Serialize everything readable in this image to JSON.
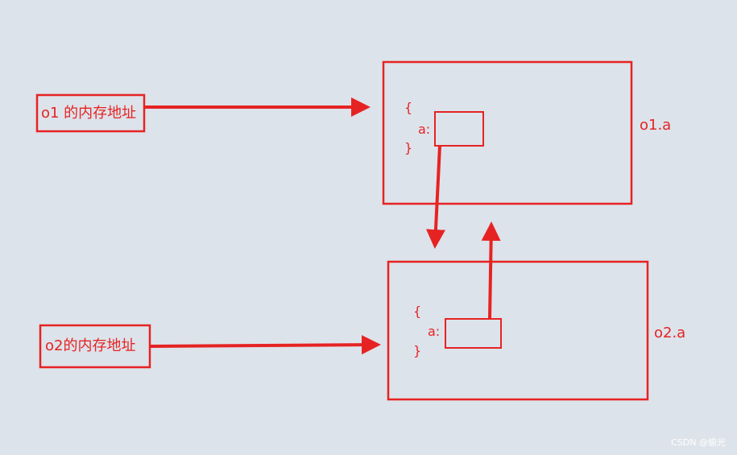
{
  "diagram": {
    "accent_color": "#e62323",
    "background_color": "#dde3ea",
    "o1_address_label": "o1 的内存地址",
    "o2_address_label": "o2的内存地址",
    "object_o1": {
      "name": "o1.a",
      "open_brace": "{",
      "field_label": "a:",
      "close_brace": "}"
    },
    "object_o2": {
      "name": "o2.a",
      "open_brace": "{",
      "field_label": "a:",
      "close_brace": "}"
    },
    "watermark": "CSDN @偷光"
  }
}
